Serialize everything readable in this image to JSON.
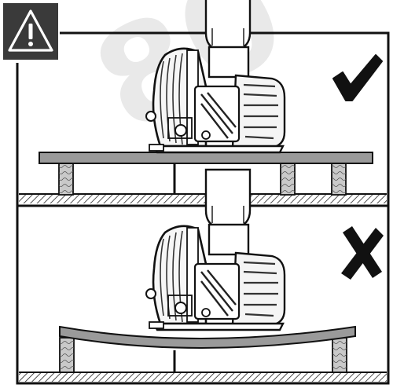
{
  "warning_badge": {
    "icon": "warning-triangle-icon",
    "symbol": "!",
    "background": "#3a3a3a"
  },
  "watermark": {
    "text": "80",
    "color": "#e4e4e4"
  },
  "panels": [
    {
      "id": "correct",
      "status_icon": "checkmark-icon",
      "board_state": "flat",
      "supports": 3
    },
    {
      "id": "incorrect",
      "status_icon": "cross-icon",
      "board_state": "sagging",
      "supports": 2
    }
  ],
  "colors": {
    "frame": "#111111",
    "board": "#9a9a9a",
    "tool_body": "#f2f2f2",
    "support_wood": "#b8b8b8"
  }
}
